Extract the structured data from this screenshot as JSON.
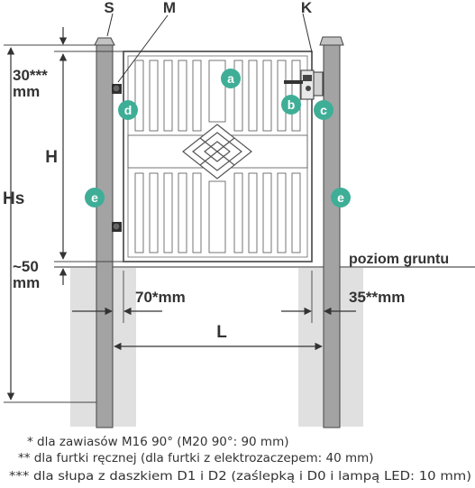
{
  "labels": {
    "s": "S",
    "m": "M",
    "k": "K",
    "h": "H",
    "hs": "Hs",
    "l": "L",
    "dim_30": "30***",
    "dim_30_unit": "mm",
    "dim_50": "~50",
    "dim_50_unit": "mm",
    "dim_70": "70*mm",
    "dim_35": "35**mm",
    "ground": "poziom gruntu"
  },
  "badges": {
    "a": "a",
    "b": "b",
    "c": "c",
    "d": "d",
    "e": "e"
  },
  "footnotes": {
    "note1": "* dla zawiasów M16 90° (M20 90°: 90 mm)",
    "note2": "** dla furtki ręcznej (dla furtki z elektrozaczepem: 40 mm)",
    "note3": "***  dla słupa z daszkiem D1 i D2 (zaślepką i D0 i lampą LED: 10 mm)"
  },
  "colors": {
    "badge": "#3fae97",
    "post": "#a3a3a3",
    "foundation": "#e0e0e0",
    "text": "#333333"
  }
}
